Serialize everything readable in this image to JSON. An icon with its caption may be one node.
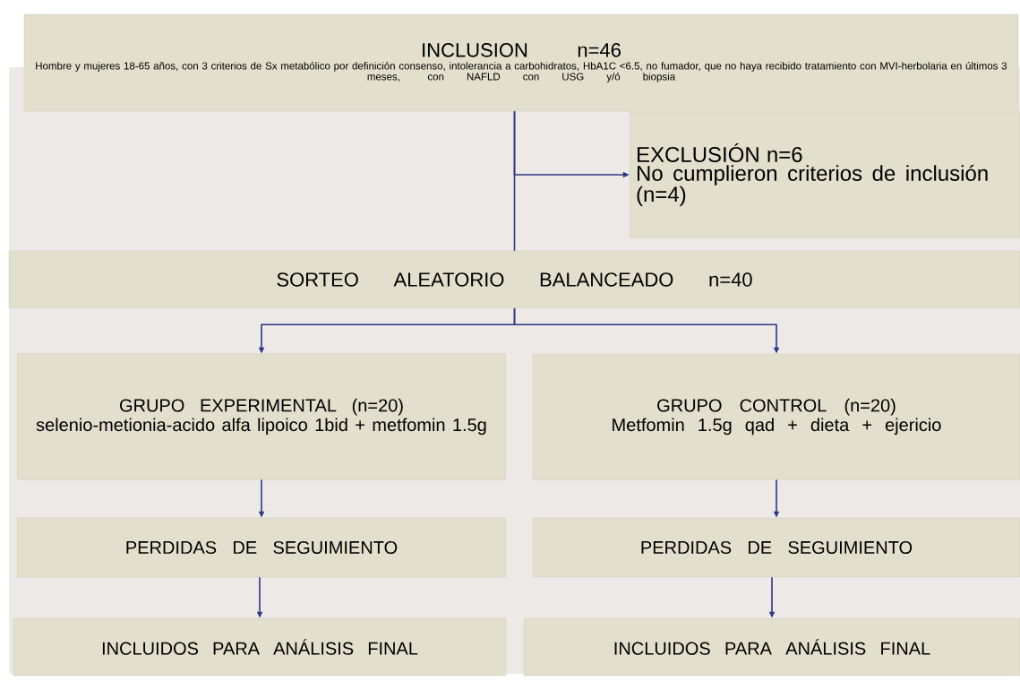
{
  "diagram": {
    "nodes": [
      {
        "text": [
          "INCLUSION n=46",
          "Hombre y mujeres 18-65 años, con 3 criterios de Sx metabólico por definición consenso, intolerancia a carbohidratos, HbA1C <6.5, no fumador, que no haya recibido tratamiento con MVI-herbolaria en últimos 3 meses, con NAFLD con USG y/ó biopsia"
        ]
      },
      {
        "text": [
          "EXCLUSIÓN n=6",
          "No cumplieron criterios de inclusión (n=4)"
        ]
      },
      {
        "text": [
          "SORTEO ALEATORIO BALANCEADO n=40"
        ]
      },
      {
        "text": [
          "GRUPO EXPERIMENTAL (n=20)",
          "selenio-metionia-acido alfa lipoico 1bid + metfomin 1.5g"
        ]
      },
      {
        "text": [
          "GRUPO CONTROL (n=20)",
          "Metfomin 1.5g qad + dieta + ejericio"
        ]
      },
      {
        "text": [
          "PERDIDAS DE SEGUIMIENTO"
        ]
      },
      {
        "text": [
          "PERDIDAS DE SEGUIMIENTO"
        ]
      },
      {
        "text": [
          "INCLUIDOS PARA ANÁLISIS FINAL"
        ]
      },
      {
        "text": [
          "INCLUIDOS PARA ANÁLISIS FINAL"
        ]
      }
    ],
    "edges": [
      {
        "from": 0,
        "to": 2,
        "arrow": "none"
      },
      {
        "from": 0,
        "to": 1,
        "arrow": "to"
      },
      {
        "from": 2,
        "to": 3,
        "arrow": "to"
      },
      {
        "from": 2,
        "to": 4,
        "arrow": "to"
      },
      {
        "from": 3,
        "to": 5,
        "arrow": "to"
      },
      {
        "from": 4,
        "to": 6,
        "arrow": "to"
      },
      {
        "from": 5,
        "to": 7,
        "arrow": "to"
      },
      {
        "from": 6,
        "to": 8,
        "arrow": "to"
      }
    ]
  }
}
